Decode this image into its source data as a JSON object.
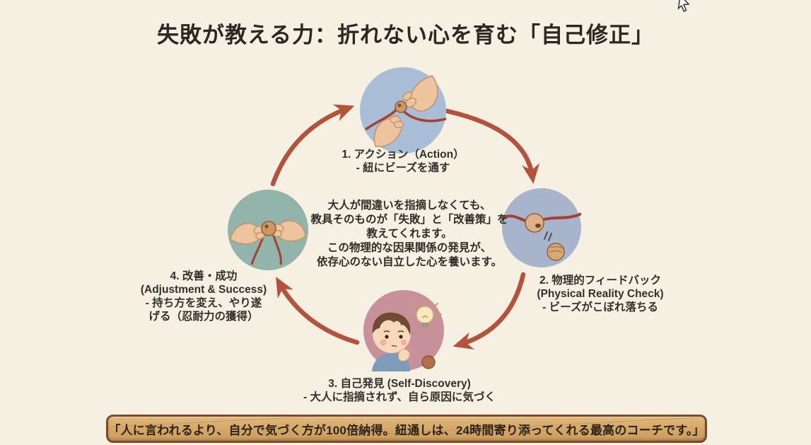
{
  "title": "失敗が教える力：折れない心を育む「自己修正」",
  "cycle": {
    "steps": [
      {
        "name": "action",
        "illustration": "hands-threading-bead",
        "circle_color": "#a9bdd7",
        "lines": [
          "1. アクション（Action）",
          "- 紐にビーズを通す"
        ]
      },
      {
        "name": "physical-feedback",
        "illustration": "bead-falling-off-string",
        "circle_color": "#a8b4cc",
        "lines": [
          "2. 物理的フィードバック",
          "(Physical Reality Check)",
          "- ビーズがこぼれ落ちる"
        ]
      },
      {
        "name": "self-discovery",
        "illustration": "child-thinking-lightbulb",
        "circle_color": "#c8909b",
        "lines": [
          "3. 自己発見 (Self-Discovery)",
          "- 大人に指摘されず、自ら原因に気づく"
        ]
      },
      {
        "name": "adjustment-success",
        "illustration": "hands-holding-bead-success",
        "circle_color": "#92b4aa",
        "lines": [
          "4. 改善・成功",
          "(Adjustment & Success)",
          "- 持ち方を変え、やり遂",
          "げる（忍耐力の獲得）"
        ]
      }
    ],
    "center_note_lines": [
      "大人が間違いを指摘しなくても、",
      "教具そのものが「失敗」と「改善策」を",
      "教えてくれます。",
      "この物理的な因果関係の発見が、",
      "依存心のない自立した心を養います。"
    ]
  },
  "quote_banner": {
    "text": "「人に言われるより、自分で気づく方が100倍納得。紐通しは、24時間寄り添ってくれる最高のコーチです。」"
  },
  "colors": {
    "background": "#f5f0e2",
    "arrow": "#b5523c",
    "title_text": "#2b2722",
    "body_text": "#32302a",
    "banner_fill": "#d6a969",
    "banner_border": "#7a4a2b",
    "step1_circle": "#a9bdd7",
    "step2_circle": "#a8b4cc",
    "step3_circle": "#c8909b",
    "step4_circle": "#92b4aa",
    "string_red": "#a6402f"
  }
}
